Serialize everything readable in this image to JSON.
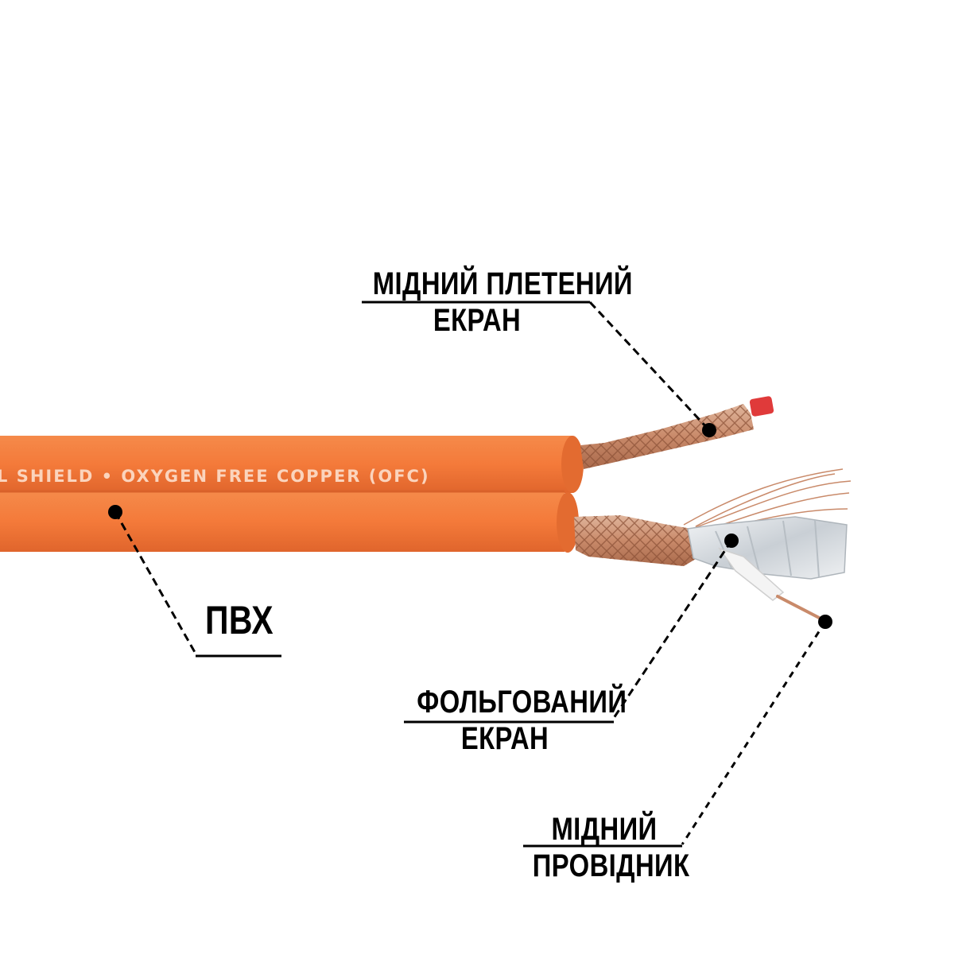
{
  "cable": {
    "print_text": "L SHIELD • OXYGEN FREE COPPER (OFC)"
  },
  "callouts": {
    "braided_shield": {
      "line1": "МІДНИЙ ПЛЕТЕНИЙ",
      "line2": "ЕКРАН"
    },
    "pvc": {
      "line1": "ПВХ"
    },
    "foil_shield": {
      "line1": "ФОЛЬГОВАНИЙ",
      "line2": "ЕКРАН"
    },
    "copper_conductor": {
      "line1": "МІДНИЙ",
      "line2": "ПРОВІДНИК"
    }
  },
  "colors": {
    "jacket": "#f47a3a",
    "jacket_shadow": "#d9612a",
    "copper": "#c98a6a",
    "foil": "#d8dde2",
    "core_tip": "#e03a3a",
    "line": "#000000"
  }
}
